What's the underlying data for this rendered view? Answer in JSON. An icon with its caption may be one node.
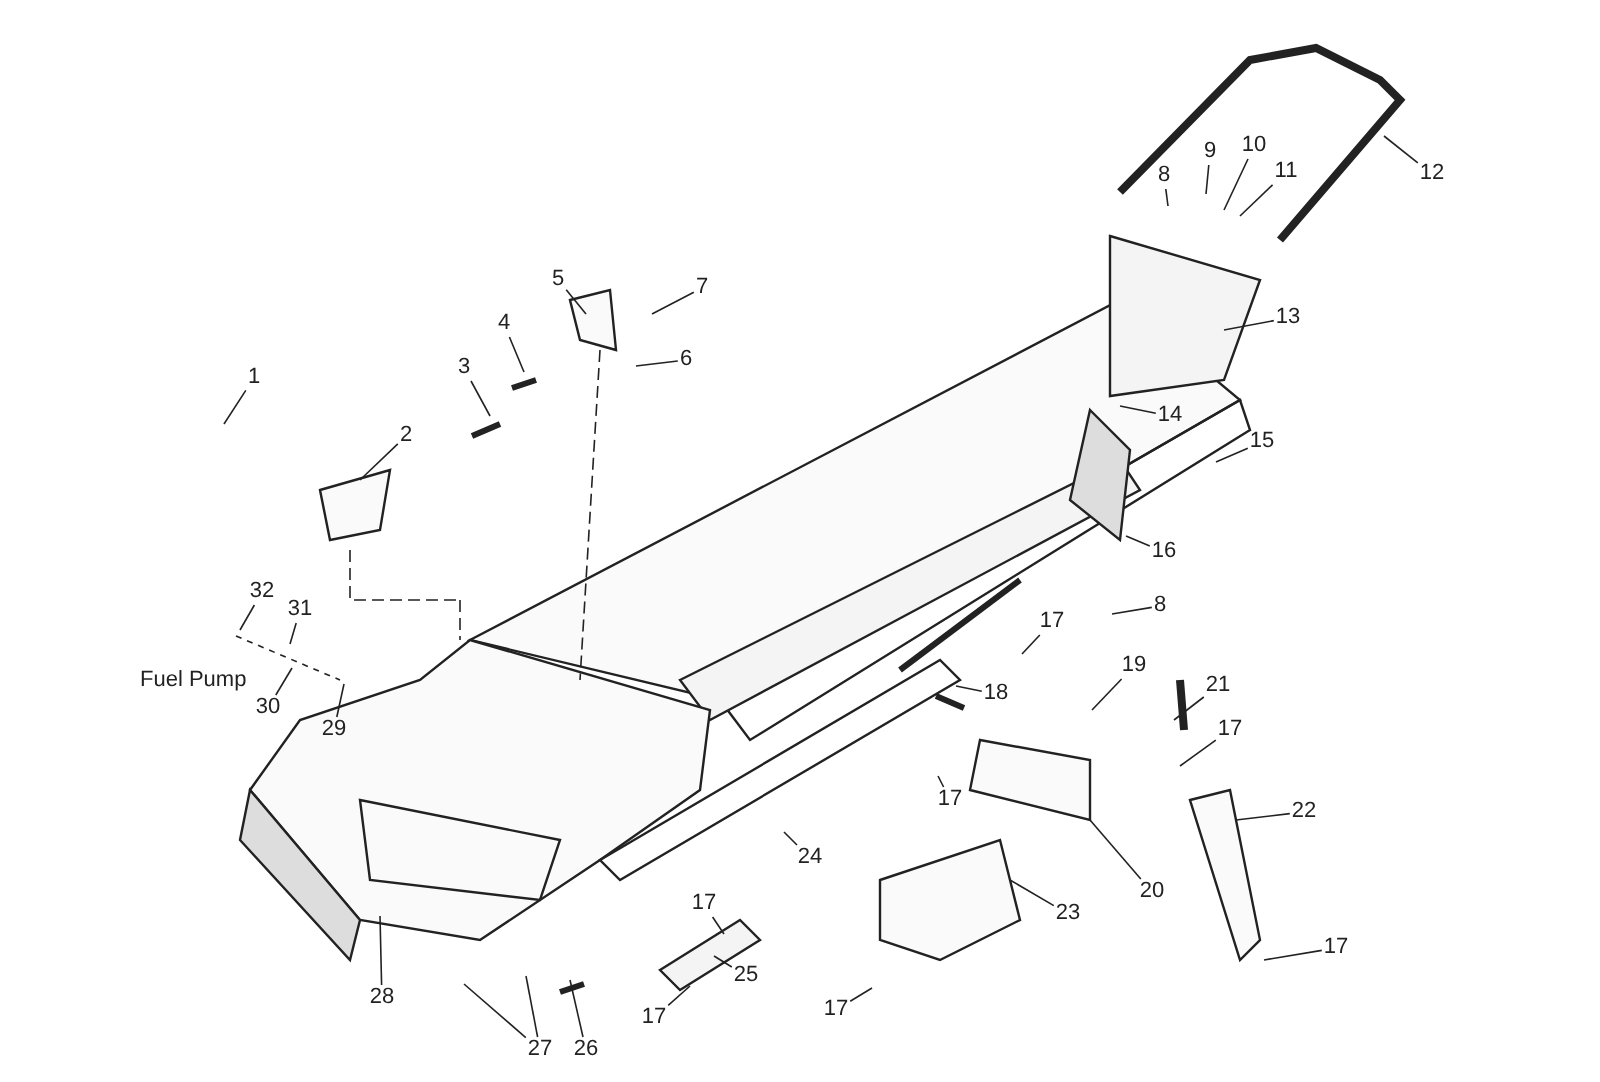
{
  "diagram": {
    "nodes": [
      {
        "text": [
          "1"
        ]
      },
      {
        "text": [
          "2"
        ]
      },
      {
        "text": [
          "3"
        ]
      },
      {
        "text": [
          "4"
        ]
      },
      {
        "text": [
          "5"
        ]
      },
      {
        "text": [
          "6"
        ]
      },
      {
        "text": [
          "7"
        ]
      },
      {
        "text": [
          "8"
        ]
      },
      {
        "text": [
          "9"
        ]
      },
      {
        "text": [
          "10"
        ]
      },
      {
        "text": [
          "11"
        ]
      },
      {
        "text": [
          "12"
        ]
      },
      {
        "text": [
          "13"
        ]
      },
      {
        "text": [
          "14"
        ]
      },
      {
        "text": [
          "15"
        ]
      },
      {
        "text": [
          "16"
        ]
      },
      {
        "text": [
          "8"
        ]
      },
      {
        "text": [
          "17"
        ]
      },
      {
        "text": [
          "18"
        ]
      },
      {
        "text": [
          "19"
        ]
      },
      {
        "text": [
          "21"
        ]
      },
      {
        "text": [
          "17"
        ]
      },
      {
        "text": [
          "22"
        ]
      },
      {
        "text": [
          "17"
        ]
      },
      {
        "text": [
          "24"
        ]
      },
      {
        "text": [
          "20"
        ]
      },
      {
        "text": [
          "23"
        ]
      },
      {
        "text": [
          "17"
        ]
      },
      {
        "text": [
          "25"
        ]
      },
      {
        "text": [
          "17"
        ]
      },
      {
        "text": [
          "17"
        ]
      },
      {
        "text": [
          "17"
        ]
      },
      {
        "text": [
          "28"
        ]
      },
      {
        "text": [
          "27"
        ]
      },
      {
        "text": [
          "26"
        ]
      },
      {
        "text": [
          "32"
        ]
      },
      {
        "text": [
          "31"
        ]
      },
      {
        "text": [
          "30"
        ]
      },
      {
        "text": [
          "29"
        ]
      }
    ],
    "edges": [
      {
        "from": 0,
        "to": null,
        "arrow": "none"
      },
      {
        "from": 1,
        "to": null,
        "arrow": "none"
      },
      {
        "from": 2,
        "to": null,
        "arrow": "none"
      },
      {
        "from": 3,
        "to": null,
        "arrow": "none"
      },
      {
        "from": 4,
        "to": null,
        "arrow": "none"
      },
      {
        "from": 5,
        "to": null,
        "arrow": "none"
      },
      {
        "from": 6,
        "to": null,
        "arrow": "none"
      },
      {
        "from": 7,
        "to": null,
        "arrow": "none"
      },
      {
        "from": 8,
        "to": null,
        "arrow": "none"
      },
      {
        "from": 9,
        "to": null,
        "arrow": "none"
      },
      {
        "from": 10,
        "to": null,
        "arrow": "none"
      },
      {
        "from": 11,
        "to": null,
        "arrow": "none"
      },
      {
        "from": 12,
        "to": null,
        "arrow": "none"
      },
      {
        "from": 13,
        "to": null,
        "arrow": "none"
      },
      {
        "from": 14,
        "to": null,
        "arrow": "none"
      },
      {
        "from": 15,
        "to": null,
        "arrow": "none"
      },
      {
        "from": 16,
        "to": null,
        "arrow": "none"
      },
      {
        "from": 17,
        "to": null,
        "arrow": "none"
      },
      {
        "from": 18,
        "to": null,
        "arrow": "none"
      },
      {
        "from": 19,
        "to": null,
        "arrow": "none"
      },
      {
        "from": 20,
        "to": null,
        "arrow": "none"
      },
      {
        "from": 21,
        "to": null,
        "arrow": "none"
      },
      {
        "from": 22,
        "to": null,
        "arrow": "none"
      },
      {
        "from": 23,
        "to": null,
        "arrow": "none"
      },
      {
        "from": 24,
        "to": null,
        "arrow": "none"
      },
      {
        "from": 25,
        "to": null,
        "arrow": "none"
      },
      {
        "from": 26,
        "to": null,
        "arrow": "none"
      },
      {
        "from": 27,
        "to": null,
        "arrow": "none"
      },
      {
        "from": 28,
        "to": null,
        "arrow": "none"
      },
      {
        "from": 29,
        "to": null,
        "arrow": "none"
      },
      {
        "from": 30,
        "to": null,
        "arrow": "none"
      },
      {
        "from": 31,
        "to": null,
        "arrow": "none"
      },
      {
        "from": 32,
        "to": null,
        "arrow": "none"
      },
      {
        "from": 33,
        "to": null,
        "arrow": "none"
      },
      {
        "from": 33,
        "to": null,
        "arrow": "none"
      },
      {
        "from": 34,
        "to": null,
        "arrow": "none"
      },
      {
        "from": 35,
        "to": null,
        "arrow": "none"
      },
      {
        "from": 36,
        "to": null,
        "arrow": "none"
      },
      {
        "from": 37,
        "to": null,
        "arrow": "none"
      },
      {
        "from": 38,
        "to": null,
        "arrow": "none"
      }
    ],
    "labels": [
      "Fuel Pump"
    ]
  }
}
